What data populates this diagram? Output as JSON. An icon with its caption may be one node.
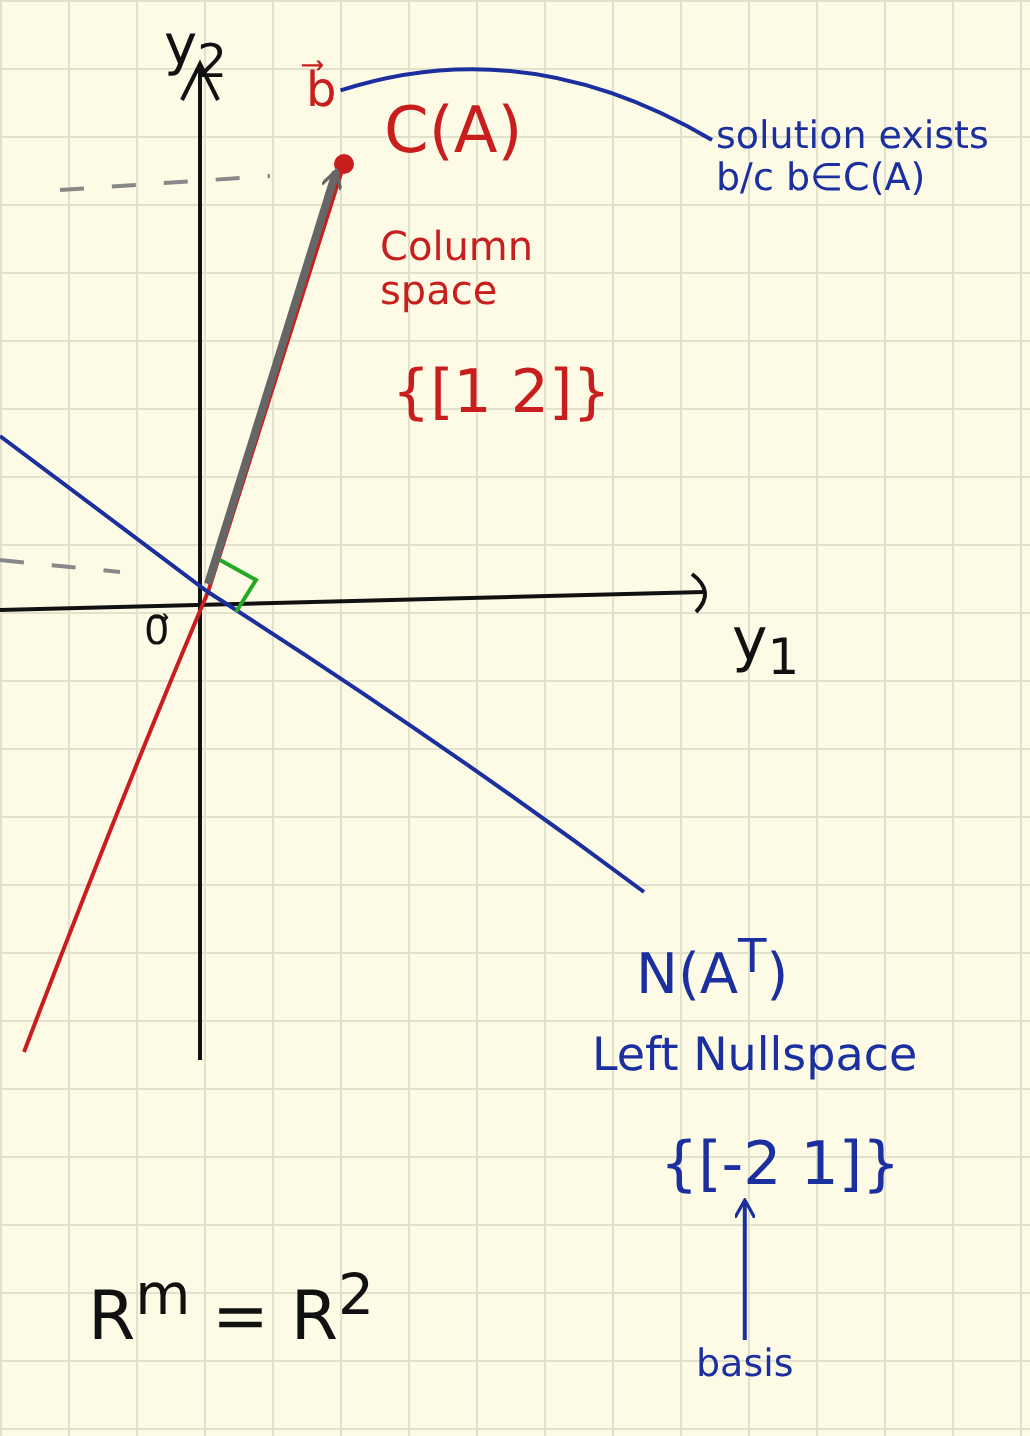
{
  "diagram": {
    "nodes": [
      {
        "text": [
          "solution exists b/c b∈C(A)"
        ]
      },
      {
        "text": [
          "b⃗"
        ]
      },
      {
        "text": [
          "{[-2 1]}"
        ]
      },
      {
        "text": [
          "basis"
        ]
      }
    ],
    "edges": [
      {
        "from": 0,
        "to": 1,
        "arrow": "none"
      },
      {
        "from": 3,
        "to": 2,
        "arrow": "to"
      }
    ],
    "labels": [
      "y$_{2}$",
      "C(A)",
      "Column space",
      "{[1 2]}",
      "0⃗",
      "y$_{1}$",
      "N(A$^{T}$)",
      "Left Nullspace",
      "R$^{m}$ = R$^{2}$"
    ]
  }
}
